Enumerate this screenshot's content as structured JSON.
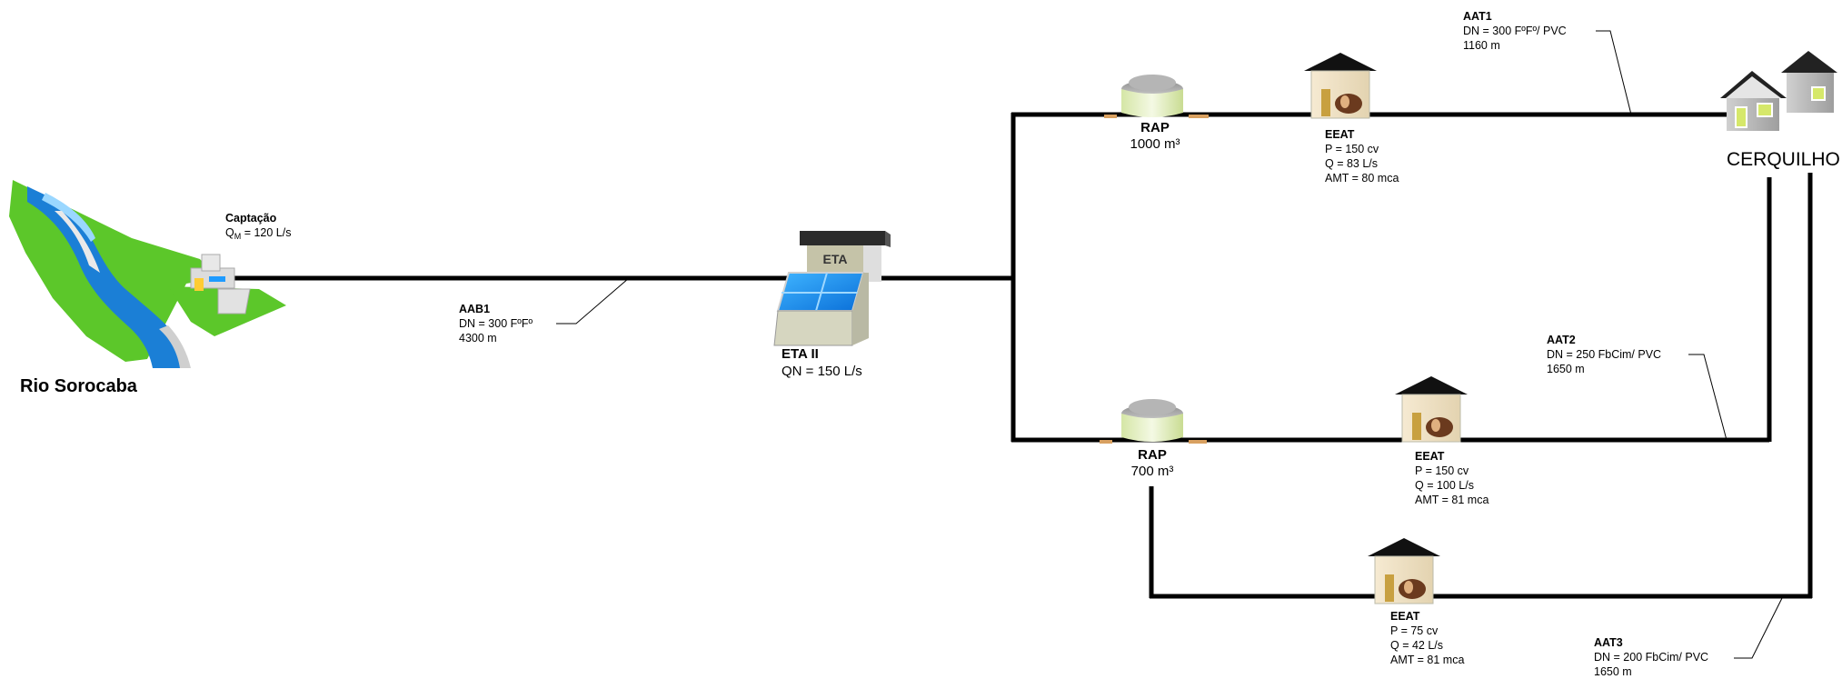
{
  "river": {
    "name": "Rio Sorocaba"
  },
  "intake": {
    "title": "Captação",
    "flow_prefix": "Q",
    "flow_sub": "M",
    "flow_value": " = 120 L/s"
  },
  "aab1": {
    "title": "AAB1",
    "dn": "DN = 300 FºFº",
    "length": "4300 m"
  },
  "eta": {
    "sign": "ETA",
    "title": "ETA II",
    "flow": "QN = 150 L/s"
  },
  "rap1": {
    "title": "RAP",
    "volume": "1000 m³"
  },
  "rap2": {
    "title": "RAP",
    "volume": "700 m³"
  },
  "eeat1": {
    "title": "EEAT",
    "p": "P = 150 cv",
    "q": "Q = 83 L/s",
    "amt": "AMT = 80 mca"
  },
  "eeat2": {
    "title": "EEAT",
    "p": "P = 150 cv",
    "q": "Q = 100 L/s",
    "amt": "AMT = 81 mca"
  },
  "eeat3": {
    "title": "EEAT",
    "p": "P = 75 cv",
    "q": "Q = 42 L/s",
    "amt": "AMT = 81 mca"
  },
  "aat1": {
    "title": "AAT1",
    "dn": "DN = 300 FºFº/ PVC",
    "length": "1160 m"
  },
  "aat2": {
    "title": "AAT2",
    "dn": "DN = 250 FbCim/ PVC",
    "length": "1650 m"
  },
  "aat3": {
    "title": "AAT3",
    "dn": "DN = 200 FbCim/ PVC",
    "length": "1650 m"
  },
  "city": {
    "name": "CERQUILHO"
  },
  "colors": {
    "pipe": "#000000",
    "grass": "#5cc72a",
    "water": "#1b7fd6",
    "concrete": "#d8d8cc",
    "pool": "#1e9bff"
  },
  "icons": {
    "intake": "river-intake-icon",
    "eta": "treatment-plant-icon",
    "rap": "reservoir-icon",
    "eeat": "pump-station-icon",
    "city": "houses-icon"
  }
}
